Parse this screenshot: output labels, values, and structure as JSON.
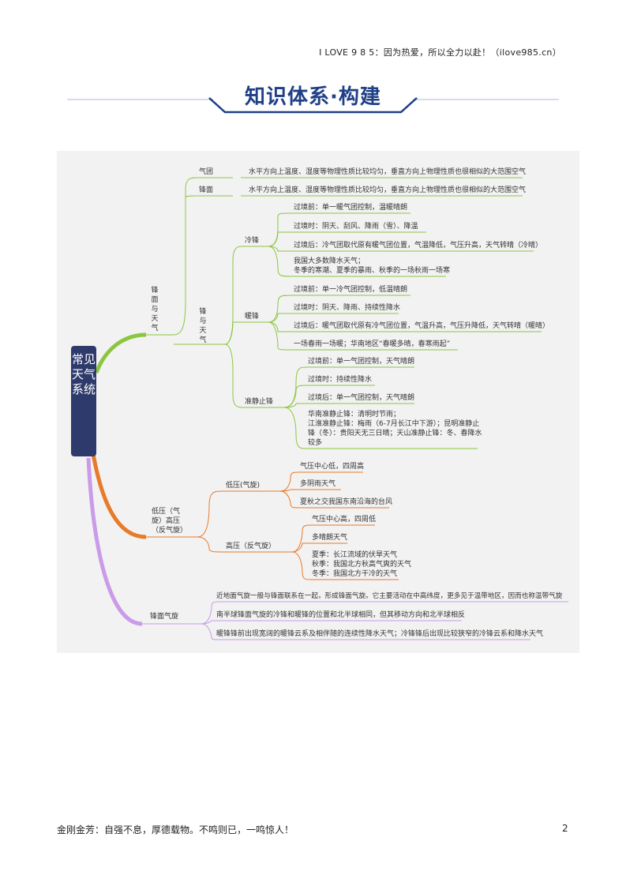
{
  "header": {
    "text": "I LOVE 9 8 5：因为热爱，所以全力以赴！（ilove985.cn）"
  },
  "title": "知识体系·构建",
  "root": "常见天气系统",
  "colors": {
    "green": "#8cc63f",
    "orange": "#e87b2a",
    "purple": "#c99be8",
    "navy": "#2e3a6b",
    "title": "#1f3f86"
  },
  "branches": {
    "front": {
      "label": "锋面与天气",
      "airmass": {
        "label": "气团",
        "desc": "水平方向上温度、湿度等物理性质比较均匀，垂直方向上物理性质也很相似的大范围空气"
      },
      "frontface": {
        "label": "锋面",
        "desc": "水平方向上温度、湿度等物理性质比较均匀，垂直方向上物理性质也很相似的大范围空气"
      },
      "front_weather": {
        "label": "锋与天气",
        "cold": {
          "label": "冷锋",
          "items": [
            "过境前：单一暖气团控制，温暖晴朗",
            "过境时：阴天、刮风、降雨（雪）、降温",
            "过境后：冷气团取代原有暖气团位置，气温降低，气压升高，天气转晴（冷晴）"
          ],
          "note": [
            "我国大多数降水天气；",
            "冬季的寒潮、夏季的暴雨、秋季的一场秋雨一场寒"
          ]
        },
        "warm": {
          "label": "暖锋",
          "items": [
            "过境前：单一冷气团控制，低温晴朗",
            "过境时：阴天、降雨、持续性降水",
            "过境后：暖气团取代原有冷气团位置，气温升高，气压升降低，天气转晴（暖晴）",
            "一场春雨一场暖；华南地区“春暖多晴，春寒雨起”"
          ]
        },
        "stationary": {
          "label": "准静止锋",
          "items": [
            "过境前：单一气团控制，天气晴朗",
            "过境时：持续性降水",
            "过境后：单一气团控制，天气晴朗"
          ],
          "note": [
            "华南准静止锋：清明时节雨；",
            "江淮准静止锋：梅雨（6-7月长江中下游）；昆明准静止",
            "锋（冬）：贵阳天无三日晴；天山准静止锋：冬、春降水",
            "较多"
          ]
        }
      }
    },
    "pressure": {
      "label": [
        "低压（气",
        "旋）高压",
        "（反气旋）"
      ],
      "low": {
        "label": "低压(气旋)",
        "items": [
          "气压中心低，四周高",
          "多阴雨天气",
          "夏秋之交我国东南沿海的台风"
        ]
      },
      "high": {
        "label": "高压（反气旋）",
        "items": [
          "气压中心高，四周低",
          "多晴朗天气"
        ],
        "note": [
          "夏季：长江流域的伏旱天气",
          "秋季：我国北方秋高气爽的天气",
          "冬季：我国北方干冷的天气"
        ]
      }
    },
    "cyclone": {
      "label": "锋面气旋",
      "items": [
        "近地面气旋一般与锋面联系在一起，形成锋面气旋。它主要活动在中高纬度，更多见于温带地区，因而也称温带气旋",
        "南半球锋面气旋的冷锋和暖锋的位置和北半球相同，但其移动方向和北半球相反",
        "暖锋锋前出现宽阔的暖锋云系及相伴随的连续性降水天气；冷锋锋后出现比较狭窄的冷锋云系和降水天气"
      ]
    }
  },
  "footer": {
    "motto": "金刚金芳：自强不息，厚德载物。不鸣则已，一鸣惊人！",
    "page": "2"
  }
}
